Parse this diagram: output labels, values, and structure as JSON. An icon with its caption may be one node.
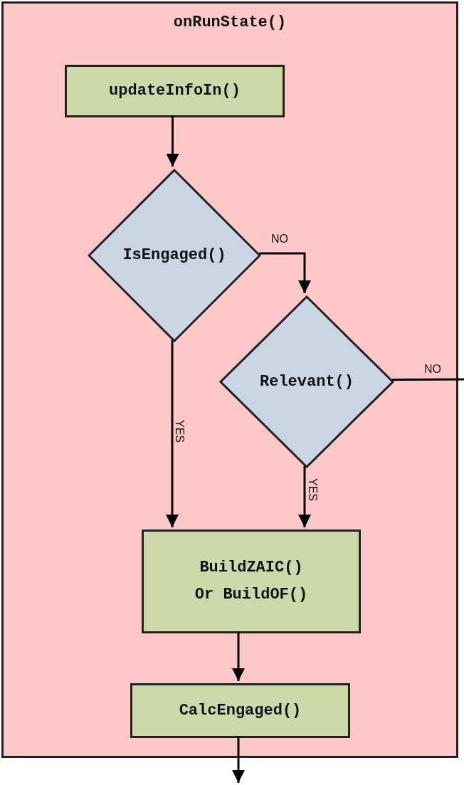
{
  "diagram": {
    "nodes": [
      {
        "text": [
          "onRunState()"
        ]
      },
      {
        "text": [
          "updateInfoIn()"
        ],
        "in": 0
      },
      {
        "text": [
          "IsEngaged()"
        ],
        "in": 0
      },
      {
        "text": [
          "Relevant()"
        ],
        "in": 0
      },
      {
        "text": [
          "BuildZAIC() Or BuildOF()"
        ],
        "in": 0
      },
      {
        "text": [
          "CalcEngaged()"
        ],
        "in": 0
      }
    ],
    "edges": [
      {
        "from": 1,
        "to": 2,
        "arrow": "to"
      },
      {
        "from": 2,
        "to": 3,
        "arrow": "to",
        "label": "NO"
      },
      {
        "from": 3,
        "to": null,
        "arrow": "none",
        "label": "NO"
      },
      {
        "from": 2,
        "to": 4,
        "arrow": "to",
        "label": "YES"
      },
      {
        "from": 3,
        "to": 4,
        "arrow": "to",
        "label": "YES"
      },
      {
        "from": 4,
        "to": 5,
        "arrow": "to"
      },
      {
        "from": 5,
        "to": null,
        "arrow": "to"
      }
    ]
  }
}
